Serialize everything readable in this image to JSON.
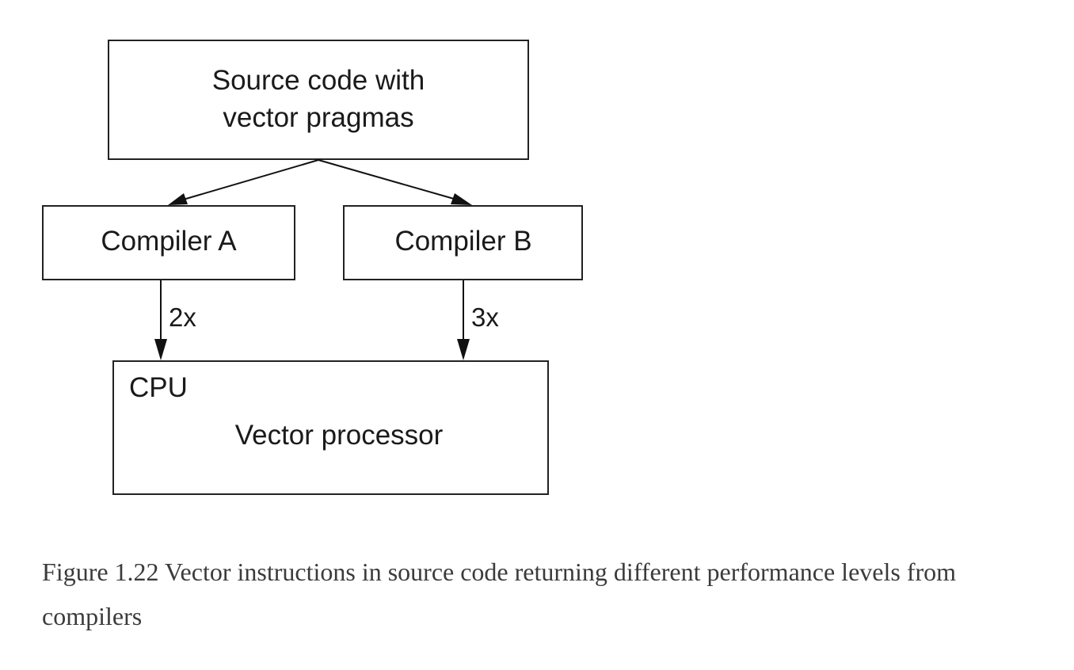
{
  "diagram": {
    "nodes": {
      "source": {
        "line1": "Source code with",
        "line2": "vector pragmas"
      },
      "compiler_a": {
        "label": "Compiler A"
      },
      "compiler_b": {
        "label": "Compiler B"
      },
      "cpu": {
        "title": "CPU",
        "inner": "Vector processor"
      }
    },
    "edges": {
      "source_to_a": {
        "from": "source",
        "to": "compiler_a"
      },
      "source_to_b": {
        "from": "source",
        "to": "compiler_b"
      },
      "a_to_cpu": {
        "from": "compiler_a",
        "to": "cpu",
        "label": "2x"
      },
      "b_to_cpu": {
        "from": "compiler_b",
        "to": "cpu",
        "label": "3x"
      }
    }
  },
  "caption": {
    "text": "Figure 1.22 Vector instructions in source code returning different performance levels from compilers"
  }
}
